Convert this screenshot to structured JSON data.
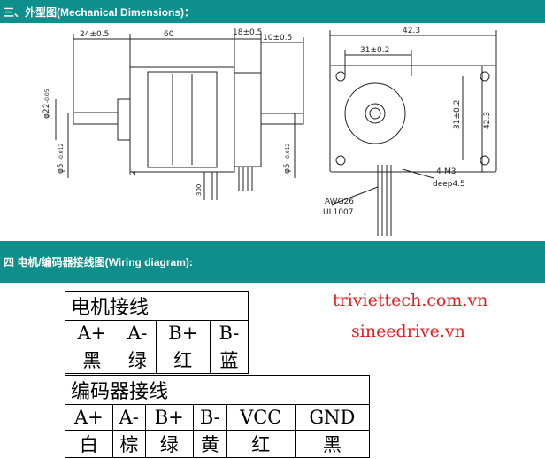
{
  "headers": {
    "mechanical": "三、外型图(Mechanical Dimensions)：",
    "wiring": "四    电机/编码器接线图(Wiring diagram):"
  },
  "dimensions": {
    "d24": "24±0.5",
    "d60": "60",
    "d18": "18±0.5",
    "d10": "10±0.5",
    "d22": "φ22",
    "d22tol": "-0.05",
    "d5a": "φ5",
    "d5atol": "-0.012",
    "d2": "2",
    "d300": "300",
    "d5b": "φ5",
    "d5btol": "-0.012",
    "d423top": "42.3",
    "d31top": "31±0.2",
    "d31side": "31±0.2",
    "d423side": "42.3",
    "m3": "4-M3",
    "deep": "deep4.5",
    "awg": "AWG26",
    "ul": "UL1007"
  },
  "motor_table": {
    "title": "电机接线",
    "signals": [
      "A+",
      "A-",
      "B+",
      "B-"
    ],
    "colors": [
      "黑",
      "绿",
      "红",
      "蓝"
    ]
  },
  "encoder_table": {
    "title": "编码器接线",
    "signals": [
      "A+",
      "A-",
      "B+",
      "B-",
      "VCC",
      "GND"
    ],
    "colors": [
      "白",
      "棕",
      "绿",
      "黄",
      "红",
      "黑"
    ]
  },
  "watermarks": {
    "line1": "triviettech.com.vn",
    "line2": "sineedrive.vn"
  }
}
